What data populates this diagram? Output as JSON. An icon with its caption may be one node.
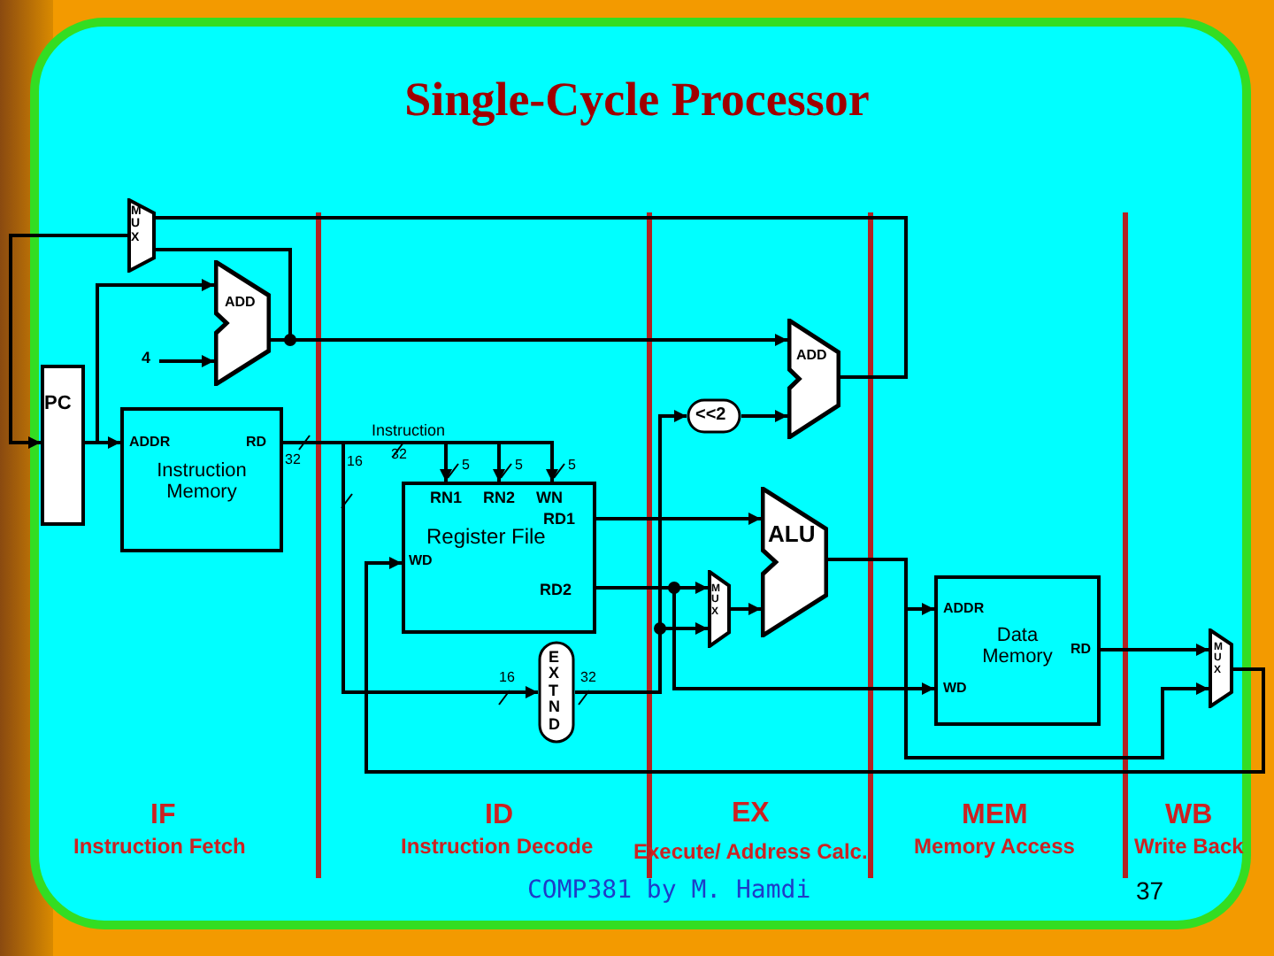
{
  "diagram": {
    "title": "Single-Cycle Processor",
    "nodes": [
      {
        "text": [
          "MUX"
        ]
      },
      {
        "text": [
          "ADD"
        ]
      },
      {
        "text": [
          "4"
        ]
      },
      {
        "text": [
          "PC"
        ]
      },
      {
        "text": [
          "ADDR",
          "RD",
          "Instruction Memory"
        ],
        "beside": [
          "32"
        ]
      },
      {
        "text": [
          "ADD"
        ]
      },
      {
        "text": [
          "<<2"
        ]
      },
      {
        "text": [
          "RN1",
          "RN2",
          "WN",
          "RD1",
          "Register File",
          "WD",
          "RD2"
        ],
        "beside": [
          "5",
          "5",
          "5"
        ]
      },
      {
        "text": [
          "MUX"
        ]
      },
      {
        "text": [
          "ALU"
        ]
      },
      {
        "text": [
          "EXTND"
        ],
        "beside": [
          "16",
          "32"
        ]
      },
      {
        "text": [
          "ADDR",
          "Data Memory",
          "RD",
          "WD"
        ]
      },
      {
        "text": [
          "MUX"
        ]
      }
    ],
    "edges": [
      {
        "from": 0,
        "to": 3,
        "arrow": "to"
      },
      {
        "from": 3,
        "to": 4,
        "arrow": "to"
      },
      {
        "from": 3,
        "to": 1,
        "arrow": "to"
      },
      {
        "from": 2,
        "to": 1,
        "arrow": "to"
      },
      {
        "from": 1,
        "to": 0,
        "arrow": "none"
      },
      {
        "from": 1,
        "to": 5,
        "arrow": "to"
      },
      {
        "from": 5,
        "to": 0,
        "arrow": "none"
      },
      {
        "from": 4,
        "to": 7,
        "arrow": "to"
      },
      {
        "from": 4,
        "to": 7,
        "arrow": "to"
      },
      {
        "from": 4,
        "to": 7,
        "arrow": "to"
      },
      {
        "from": 4,
        "to": 10,
        "arrow": "to"
      },
      {
        "from": 10,
        "to": 6,
        "arrow": "to"
      },
      {
        "from": 10,
        "to": 8,
        "arrow": "to"
      },
      {
        "from": 6,
        "to": 5,
        "arrow": "to"
      },
      {
        "from": 7,
        "to": 9,
        "arrow": "to"
      },
      {
        "from": 7,
        "to": 8,
        "arrow": "to"
      },
      {
        "from": 7,
        "to": 11,
        "arrow": "to"
      },
      {
        "from": 8,
        "to": 9,
        "arrow": "to"
      },
      {
        "from": 9,
        "to": 11,
        "arrow": "to"
      },
      {
        "from": 9,
        "to": 12,
        "arrow": "to"
      },
      {
        "from": 11,
        "to": 12,
        "arrow": "to"
      },
      {
        "from": 12,
        "to": 7,
        "arrow": "to"
      }
    ],
    "labels": [
      "Instruction",
      "16",
      "32",
      "IF",
      "Instruction Fetch",
      "ID",
      "Instruction Decode",
      "EX",
      "Execute/ Address Calc.",
      "MEM",
      "Memory Access",
      "WB",
      "Write Back",
      "COMP381 by M. Hamdi",
      "37"
    ]
  }
}
